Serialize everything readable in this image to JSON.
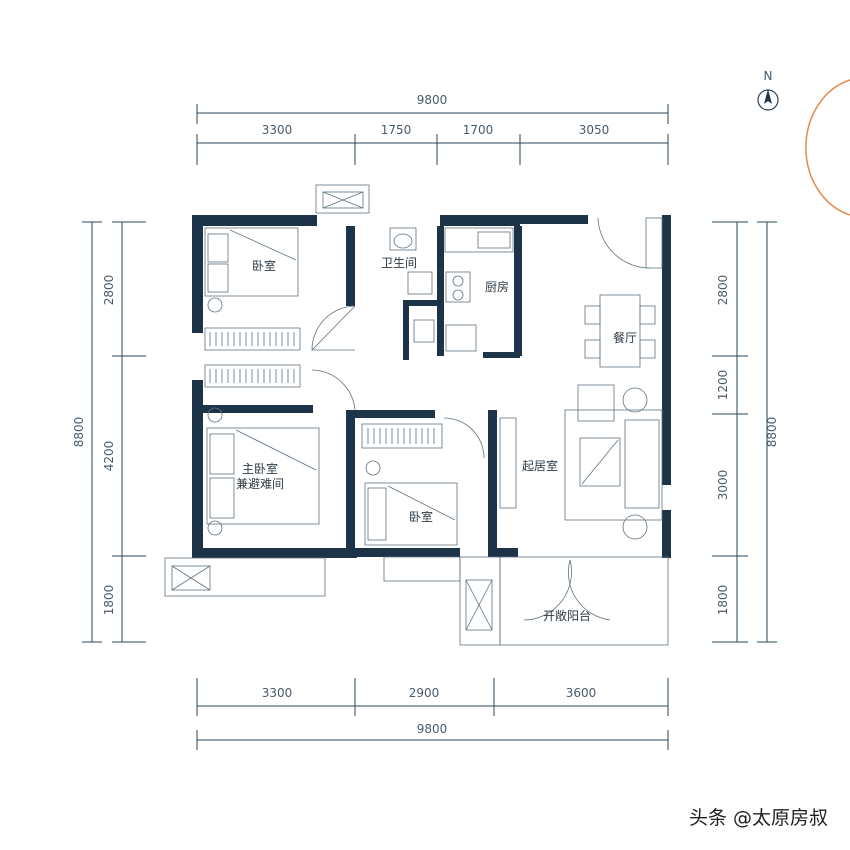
{
  "compass": {
    "label": "N"
  },
  "dimensions": {
    "top_total": "9800",
    "top_segments": [
      "3300",
      "1750",
      "1700",
      "3050"
    ],
    "bottom_segments": [
      "3300",
      "2900",
      "3600"
    ],
    "bottom_total": "9800",
    "left_total": "8800",
    "left_segments": [
      "2800",
      "4200",
      "1800"
    ],
    "right_total": "8800",
    "right_segments": [
      "2800",
      "1200",
      "3000",
      "1800"
    ]
  },
  "rooms": {
    "bedroom_nw": "卧室",
    "bathroom": "卫生间",
    "kitchen": "厨房",
    "dining": "餐厅",
    "master_line1": "主卧室",
    "master_line2": "兼避难间",
    "bedroom_center": "卧室",
    "living": "起居室",
    "balcony": "开敞阳台"
  },
  "watermark": "头条 @太原房叔"
}
